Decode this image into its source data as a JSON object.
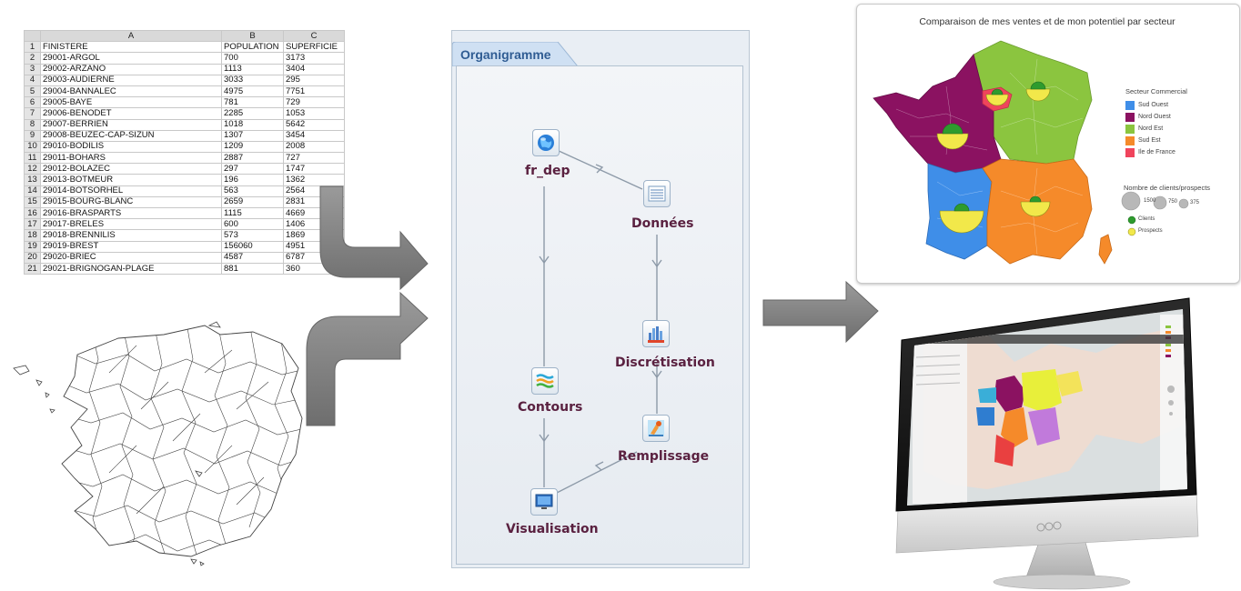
{
  "spreadsheet": {
    "columns": [
      "A",
      "B",
      "C"
    ],
    "headers": [
      "FINISTERE",
      "POPULATION",
      "SUPERFICIE"
    ],
    "rows": [
      [
        "29001-ARGOL",
        "700",
        "3173"
      ],
      [
        "29002-ARZANO",
        "1113",
        "3404"
      ],
      [
        "29003-AUDIERNE",
        "3033",
        "295"
      ],
      [
        "29004-BANNALEC",
        "4975",
        "7751"
      ],
      [
        "29005-BAYE",
        "781",
        "729"
      ],
      [
        "29006-BENODET",
        "2285",
        "1053"
      ],
      [
        "29007-BERRIEN",
        "1018",
        "5642"
      ],
      [
        "29008-BEUZEC-CAP-SIZUN",
        "1307",
        "3454"
      ],
      [
        "29010-BODILIS",
        "1209",
        "2008"
      ],
      [
        "29011-BOHARS",
        "2887",
        "727"
      ],
      [
        "29012-BOLAZEC",
        "297",
        "1747"
      ],
      [
        "29013-BOTMEUR",
        "196",
        "1362"
      ],
      [
        "29014-BOTSORHEL",
        "563",
        "2564"
      ],
      [
        "29015-BOURG-BLANC",
        "2659",
        "2831"
      ],
      [
        "29016-BRASPARTS",
        "1115",
        "4669"
      ],
      [
        "29017-BRELES",
        "600",
        "1406"
      ],
      [
        "29018-BRENNILIS",
        "573",
        "1869"
      ],
      [
        "29019-BREST",
        "156060",
        "4951"
      ],
      [
        "29020-BRIEC",
        "4587",
        "6787"
      ],
      [
        "29021-BRIGNOGAN-PLAGE",
        "881",
        "360"
      ]
    ]
  },
  "organigramme": {
    "tab_label": "Organigramme",
    "nodes": [
      {
        "id": "fr_dep",
        "label": "fr_dep",
        "icon": "globe-icon"
      },
      {
        "id": "donnees",
        "label": "Données",
        "icon": "table-icon"
      },
      {
        "id": "discretisation",
        "label": "Discrétisation",
        "icon": "histogram-icon"
      },
      {
        "id": "contours",
        "label": "Contours",
        "icon": "contours-icon"
      },
      {
        "id": "remplissage",
        "label": "Remplissage",
        "icon": "paint-icon"
      },
      {
        "id": "visualisation",
        "label": "Visualisation",
        "icon": "monitor-icon"
      }
    ]
  },
  "map_card": {
    "title": "Comparaison de mes ventes et de mon potentiel par secteur",
    "legend_title": "Secteur Commercial",
    "sectors": [
      {
        "label": "Sud Ouest",
        "color": "#3f8ee8"
      },
      {
        "label": "Nord Ouest",
        "color": "#8b1261"
      },
      {
        "label": "Nord Est",
        "color": "#8bc53f"
      },
      {
        "label": "Sud Est",
        "color": "#f58a2a"
      },
      {
        "label": "Ile de France",
        "color": "#f0445c"
      }
    ],
    "size_legend_title": "Nombre de clients/prospects",
    "size_values": [
      "1500",
      "750",
      "375"
    ],
    "symbol_legend": [
      {
        "label": "Clients",
        "color": "#2e9b2e"
      },
      {
        "label": "Prospects",
        "color": "#f2e84a"
      }
    ]
  },
  "colors": {
    "arrow": "#7f7f7f",
    "node_label": "#5a2140",
    "tab_label": "#2f5c93"
  }
}
